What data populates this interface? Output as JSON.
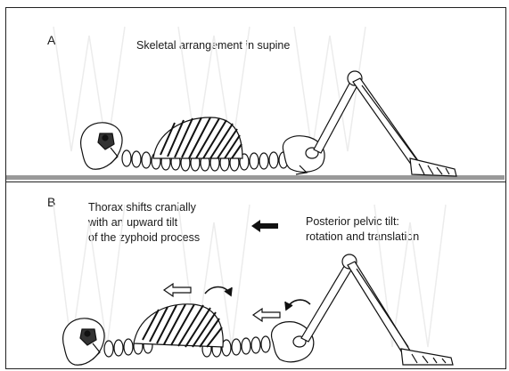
{
  "panel_a": {
    "letter": "A",
    "caption": "Skeletal arrangement in supine"
  },
  "panel_b": {
    "letter": "B",
    "thorax_note": [
      "Thorax shifts cranially",
      "with an upward tilt",
      "of the zyphoid process"
    ],
    "pelvic_note": [
      "Posterior pelvic tilt:",
      "rotation and translation"
    ]
  },
  "colors": {
    "line": "#111111",
    "floor": "#999999",
    "watermark": "#ececec"
  }
}
